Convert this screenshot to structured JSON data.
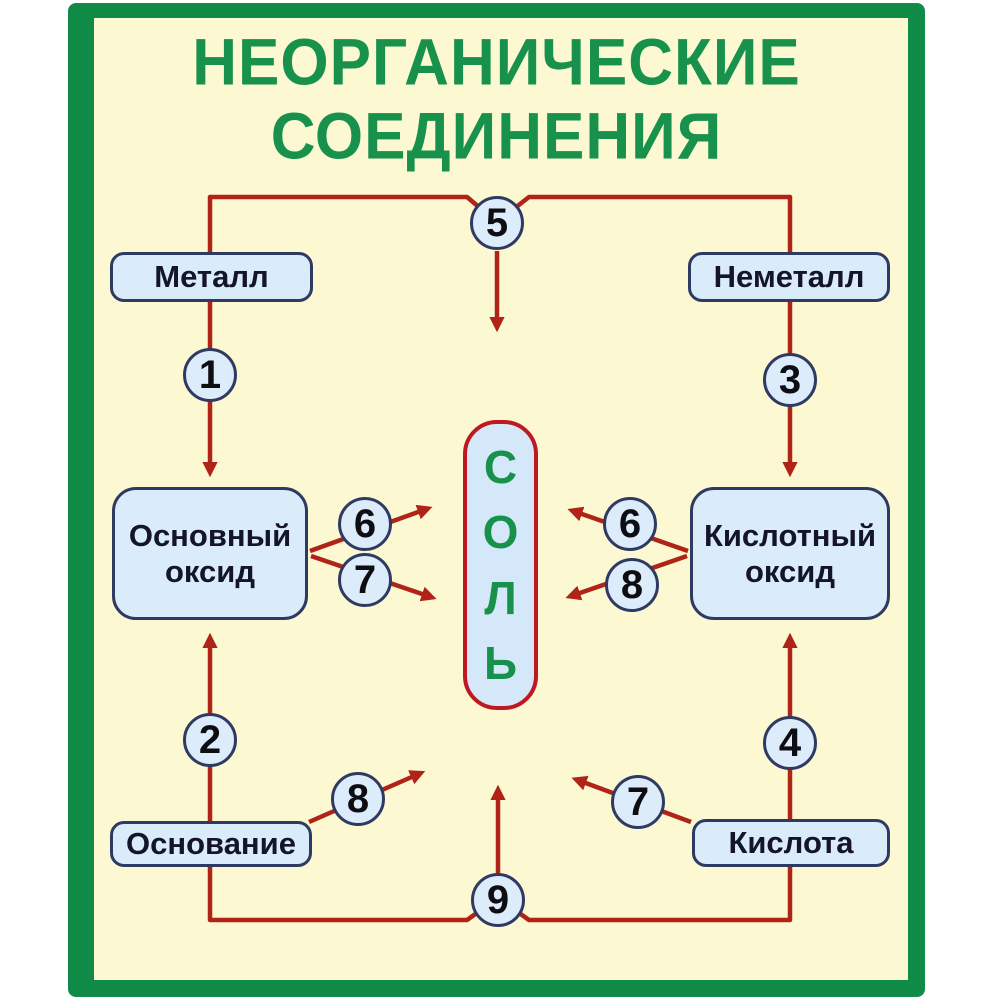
{
  "title": {
    "line1": "НЕОРГАНИЧЕСКИЕ",
    "line2": "СОЕДИНЕНИЯ"
  },
  "nodes": {
    "metal": "Металл",
    "nonmetal": "Неметалл",
    "basic_oxide": {
      "line1": "Основный",
      "line2": "оксид"
    },
    "acidic_oxide": {
      "line1": "Кислотный",
      "line2": "оксид"
    },
    "base": "Основание",
    "acid": "Кислота",
    "salt": {
      "letters": [
        "С",
        "О",
        "Л",
        "Ь"
      ]
    }
  },
  "markers": {
    "metal_to_basic_oxide": "1",
    "base_to_basic_oxide": "2",
    "nonmetal_to_acidic_oxide": "3",
    "acid_to_acidic_oxide": "4",
    "metal_plus_nonmetal_to_salt": "5",
    "basic_oxide_to_salt_upper": "6",
    "basic_oxide_to_salt_lower": "7",
    "acidic_oxide_to_salt_upper": "6",
    "acidic_oxide_to_salt_lower": "8",
    "base_to_salt_diagonal": "8",
    "acid_to_salt_diagonal": "7",
    "base_plus_acid_to_salt": "9"
  },
  "colors": {
    "frame_green": "#0f8a47",
    "title_green": "#17914b",
    "background_yellow": "#fbf8d2",
    "node_fill": "#daecfa",
    "node_border": "#2f3a63",
    "arrow_red": "#b02418",
    "salt_border_red": "#c01820",
    "salt_text_green": "#17914b",
    "number_text": "#0d0d12"
  }
}
